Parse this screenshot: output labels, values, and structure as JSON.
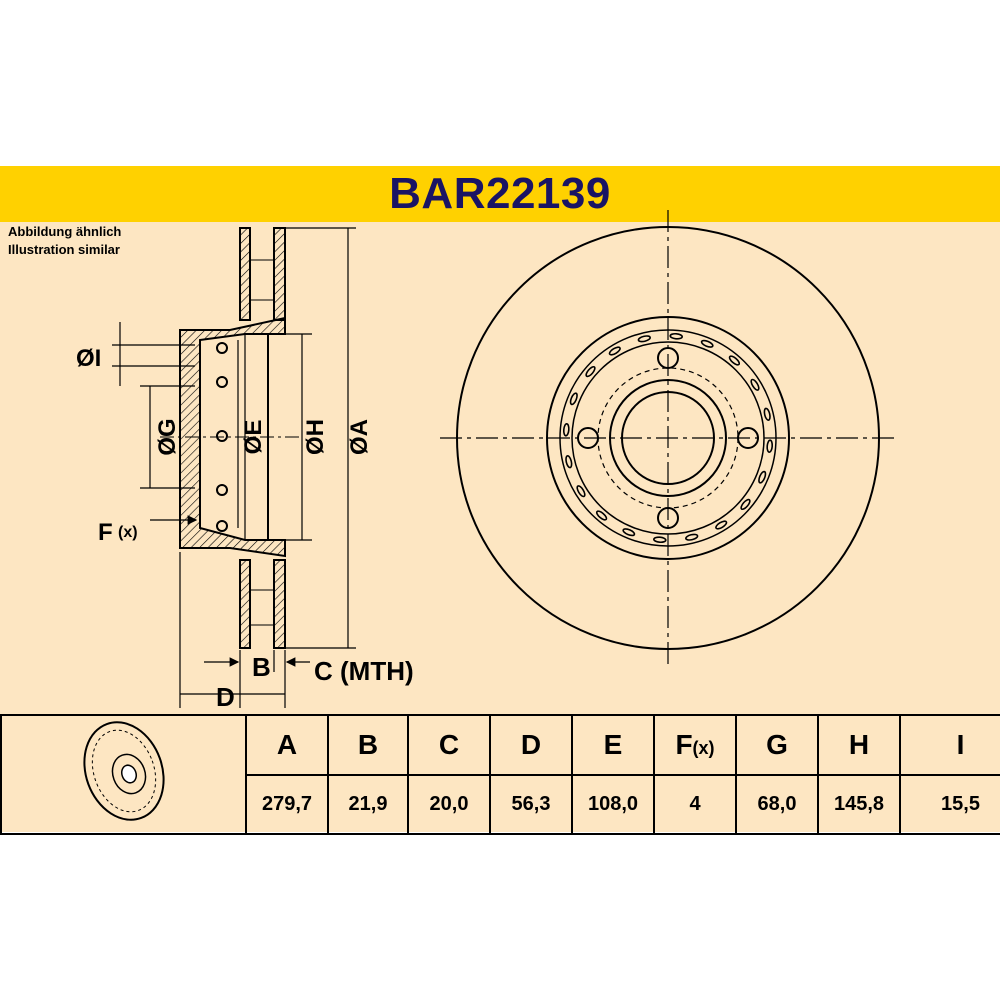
{
  "title": "BAR22139",
  "note": {
    "line1": "Abbildung ähnlich",
    "line2": "Illustration similar"
  },
  "diagram_labels": {
    "dia_i": "ØI",
    "dia_g": "ØG",
    "dia_e": "ØE",
    "dia_h": "ØH",
    "dia_a": "ØA",
    "f_x": "F",
    "f_x_suffix": "(x)",
    "b": "B",
    "c_mth": "C (MTH)",
    "d": "D"
  },
  "spec_table": {
    "headers": [
      "A",
      "B",
      "C",
      "D",
      "E",
      "F",
      "G",
      "H",
      "I"
    ],
    "f_header_suffix": "(x)",
    "values": [
      "279,7",
      "21,9",
      "20,0",
      "56,3",
      "108,0",
      "4",
      "68,0",
      "145,8",
      "15,5"
    ]
  },
  "colors": {
    "background": "#fde6c2",
    "title_bar": "#ffd100",
    "title_text": "#1a1464",
    "lines": "#000000"
  }
}
